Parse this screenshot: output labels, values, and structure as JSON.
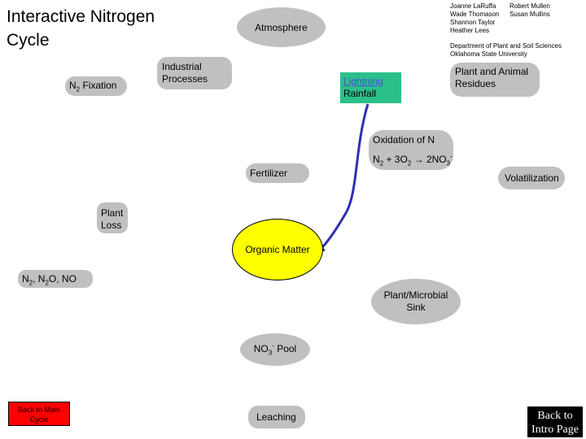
{
  "title": "Interactive Nitrogen Cycle",
  "credits": {
    "col1": [
      "Joanne LaRuffa",
      "Wade Thomason",
      "Shannon Taylor",
      "Heather Lees"
    ],
    "col2": [
      "Robert Mullen",
      "Susan Mullins"
    ],
    "department": [
      "Department of Plant and Soil Sciences",
      "Oklahoma State University"
    ]
  },
  "nodes": {
    "atmosphere": "Atmosphere",
    "n2_fixation": {
      "base": "N",
      "sub": "2",
      "rest": " Fixation"
    },
    "industrial": [
      "Industrial",
      "Processes"
    ],
    "lightning": "Lightning",
    "rainfall": "Rainfall",
    "plant_animal": [
      "Plant and Animal",
      "Residues"
    ],
    "oxidation_title": "Oxidation of N",
    "oxidation_eq": {
      "a": "N",
      "a_sub": "2",
      "b": " + 3O",
      "b_sub": "2",
      "arrow": " → ",
      "c": "2NO",
      "c_sub": "3",
      "c_sup": "-"
    },
    "fertilizer": "Fertilizer",
    "volatilization": "Volatilization",
    "plant_loss": [
      "Plant",
      "Loss"
    ],
    "organic_matter": "Organic Matter",
    "gases": {
      "a": "N",
      "a_sub": "2",
      "b": ", N",
      "b_sub": "2",
      "c": "O, NO"
    },
    "sink": [
      "Plant/Microbial",
      "Sink"
    ],
    "no3_pool": {
      "a": "NO",
      "a_sub": "3",
      "a_sup": "-",
      "b": " Pool"
    },
    "leaching": "Leaching"
  },
  "buttons": {
    "back_main": [
      "Back to Main",
      "Cycle"
    ],
    "back_intro": [
      "Back to",
      "Intro Page"
    ]
  },
  "colors": {
    "node_gray": "#c0c0c0",
    "lightning_green": "#2bbf8a",
    "organic_yellow": "#ffff00",
    "arrow_blue": "#3030b0",
    "back_main_red": "#ff0000",
    "back_intro_black": "#000000"
  }
}
